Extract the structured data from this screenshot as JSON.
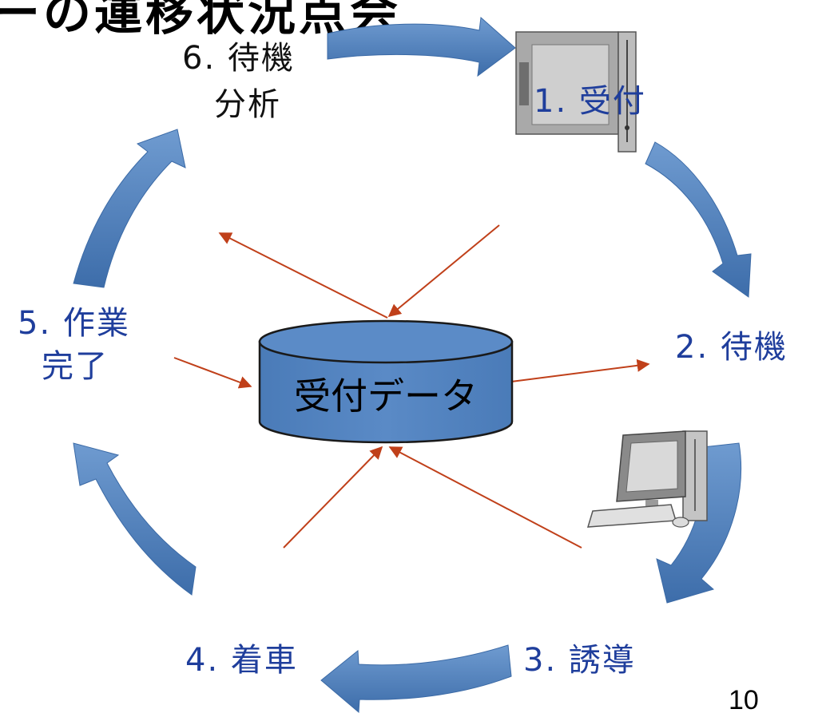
{
  "title_fragment": "ーの運移状況点会",
  "page_number": "10",
  "database_label": "受付データ",
  "steps": [
    {
      "label": "1. 受付",
      "color": "#1f3e9c"
    },
    {
      "label": "2. 待機",
      "color": "#1f3e9c"
    },
    {
      "label": "3. 誘導",
      "color": "#1f3e9c"
    },
    {
      "label": "4. 着車",
      "color": "#1f3e9c"
    },
    {
      "label": "5. 作業",
      "label2": "完了",
      "color": "#1f3e9c"
    },
    {
      "label": "6. 待機",
      "label2": "分析",
      "color": "#111111"
    }
  ],
  "colors": {
    "cycle_arrow": "#4f81bd",
    "cycle_arrow_edge": "#3b6aa6",
    "data_arrow": "#c0401a",
    "database_fill": "#4f81bd",
    "database_stroke": "#1a1a1a"
  },
  "icons": [
    "computer-monitor-icon",
    "desktop-computer-icon"
  ]
}
